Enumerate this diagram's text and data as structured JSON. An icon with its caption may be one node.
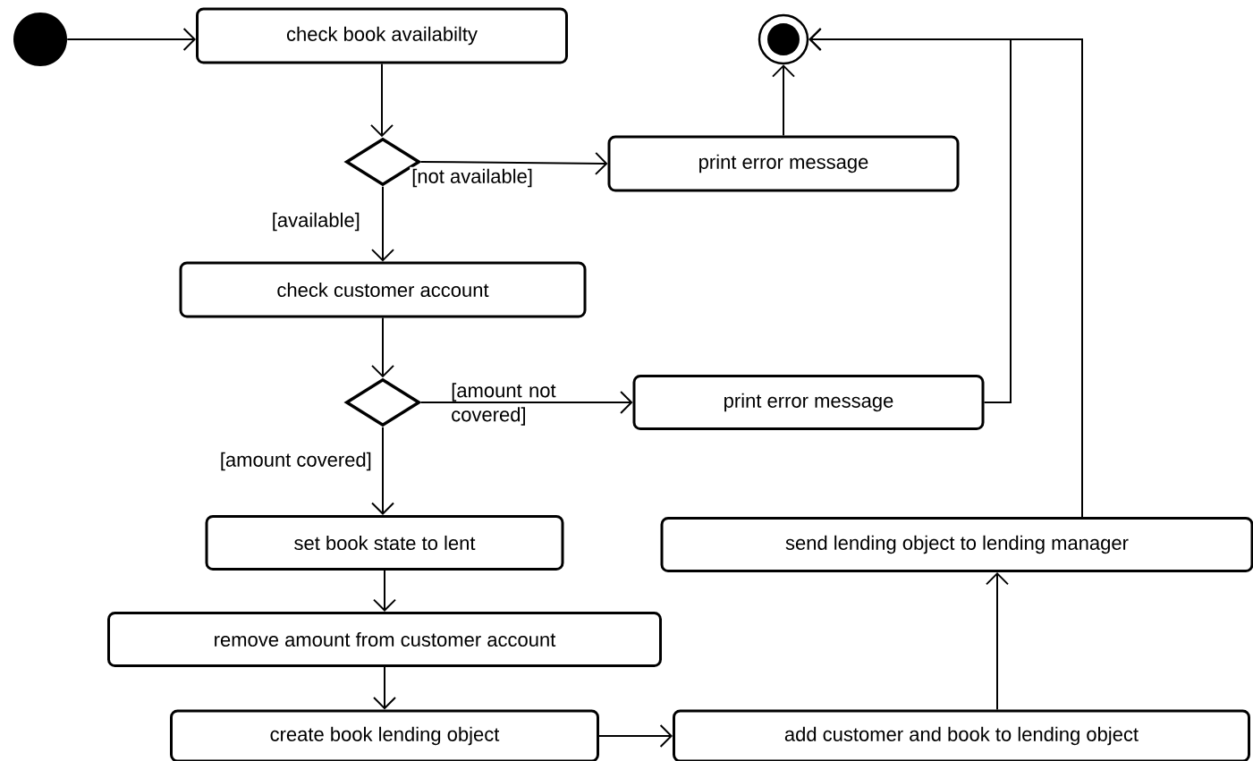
{
  "diagram": {
    "nodes": [
      {
        "text": [],
        "shape": "circle"
      },
      {
        "text": [
          "check book availabilty"
        ]
      },
      {
        "text": [],
        "shape": "diamond"
      },
      {
        "text": [],
        "shape": "circle"
      },
      {
        "text": [
          "print error message"
        ]
      },
      {
        "text": [
          "check customer account"
        ]
      },
      {
        "text": [],
        "shape": "diamond"
      },
      {
        "text": [
          "print error message"
        ]
      },
      {
        "text": [
          "set book state to lent"
        ]
      },
      {
        "text": [
          "remove amount from customer account"
        ]
      },
      {
        "text": [
          "create book lending object"
        ]
      },
      {
        "text": [
          "add customer and book to lending object"
        ]
      },
      {
        "text": [
          "send lending object to lending manager"
        ]
      }
    ],
    "edges": [
      {
        "from": 0,
        "to": 1,
        "arrow": "to"
      },
      {
        "from": 1,
        "to": 2,
        "arrow": "to"
      },
      {
        "from": 2,
        "to": 4,
        "arrow": "to",
        "label": "[not available]"
      },
      {
        "from": 2,
        "to": 5,
        "arrow": "to",
        "label": "[available]"
      },
      {
        "from": 4,
        "to": 3,
        "arrow": "to"
      },
      {
        "from": 5,
        "to": 6,
        "arrow": "to"
      },
      {
        "from": 6,
        "to": 7,
        "arrow": "to",
        "label": "[amount not covered]"
      },
      {
        "from": 6,
        "to": 8,
        "arrow": "to",
        "label": "[amount covered]"
      },
      {
        "from": 7,
        "to": 3,
        "arrow": "to"
      },
      {
        "from": 12,
        "to": 3,
        "arrow": "to"
      },
      {
        "from": 8,
        "to": 9,
        "arrow": "to"
      },
      {
        "from": 9,
        "to": 10,
        "arrow": "to"
      },
      {
        "from": 10,
        "to": 11,
        "arrow": "to"
      },
      {
        "from": 11,
        "to": 12,
        "arrow": "to"
      }
    ]
  }
}
